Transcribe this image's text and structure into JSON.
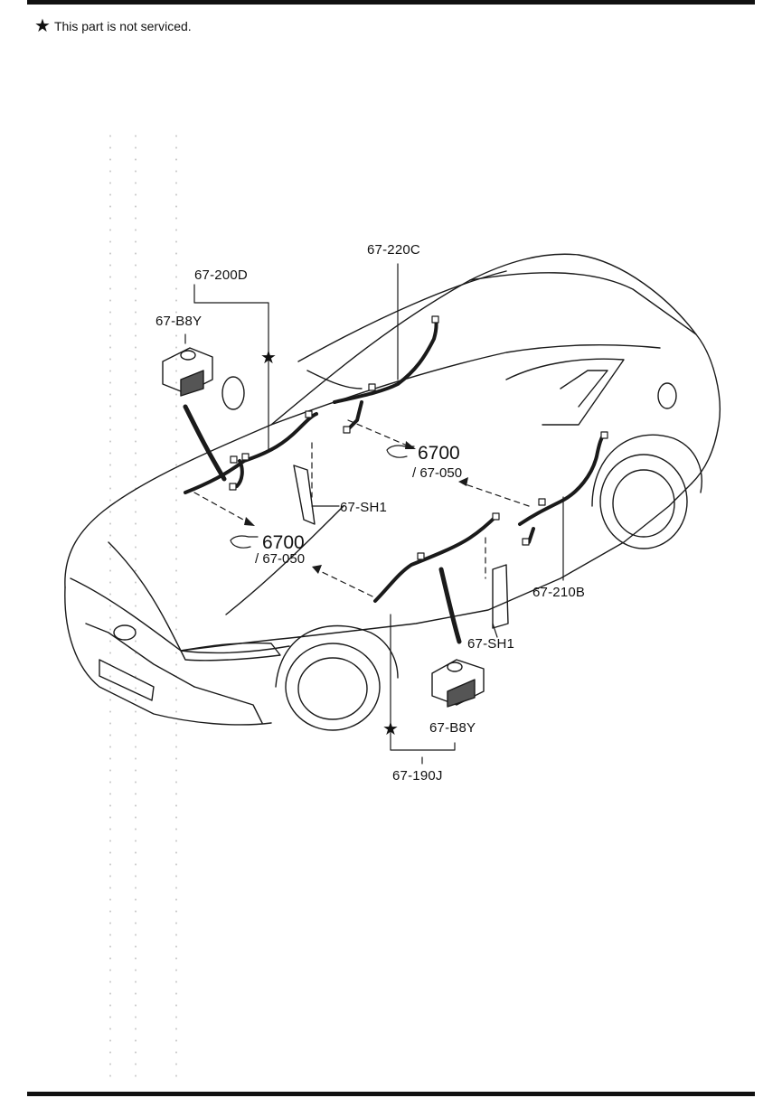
{
  "note": {
    "star": "★",
    "text": "This part is not serviced."
  },
  "labels": {
    "harness_front_left": "67-200D",
    "module_top": "67-B8Y",
    "harness_rear_top": "67-220C",
    "ref_top_main": "6700",
    "ref_top_sub": "/ 67-050",
    "sensor_left": "67-SH1",
    "ref_left_main": "6700",
    "ref_left_sub": "/ 67-050",
    "harness_rear_right": "67-210B",
    "sensor_right": "67-SH1",
    "module_bottom": "67-B8Y",
    "harness_front_right": "67-190J"
  },
  "markers": {
    "star_top": "★",
    "star_bottom": "★"
  }
}
